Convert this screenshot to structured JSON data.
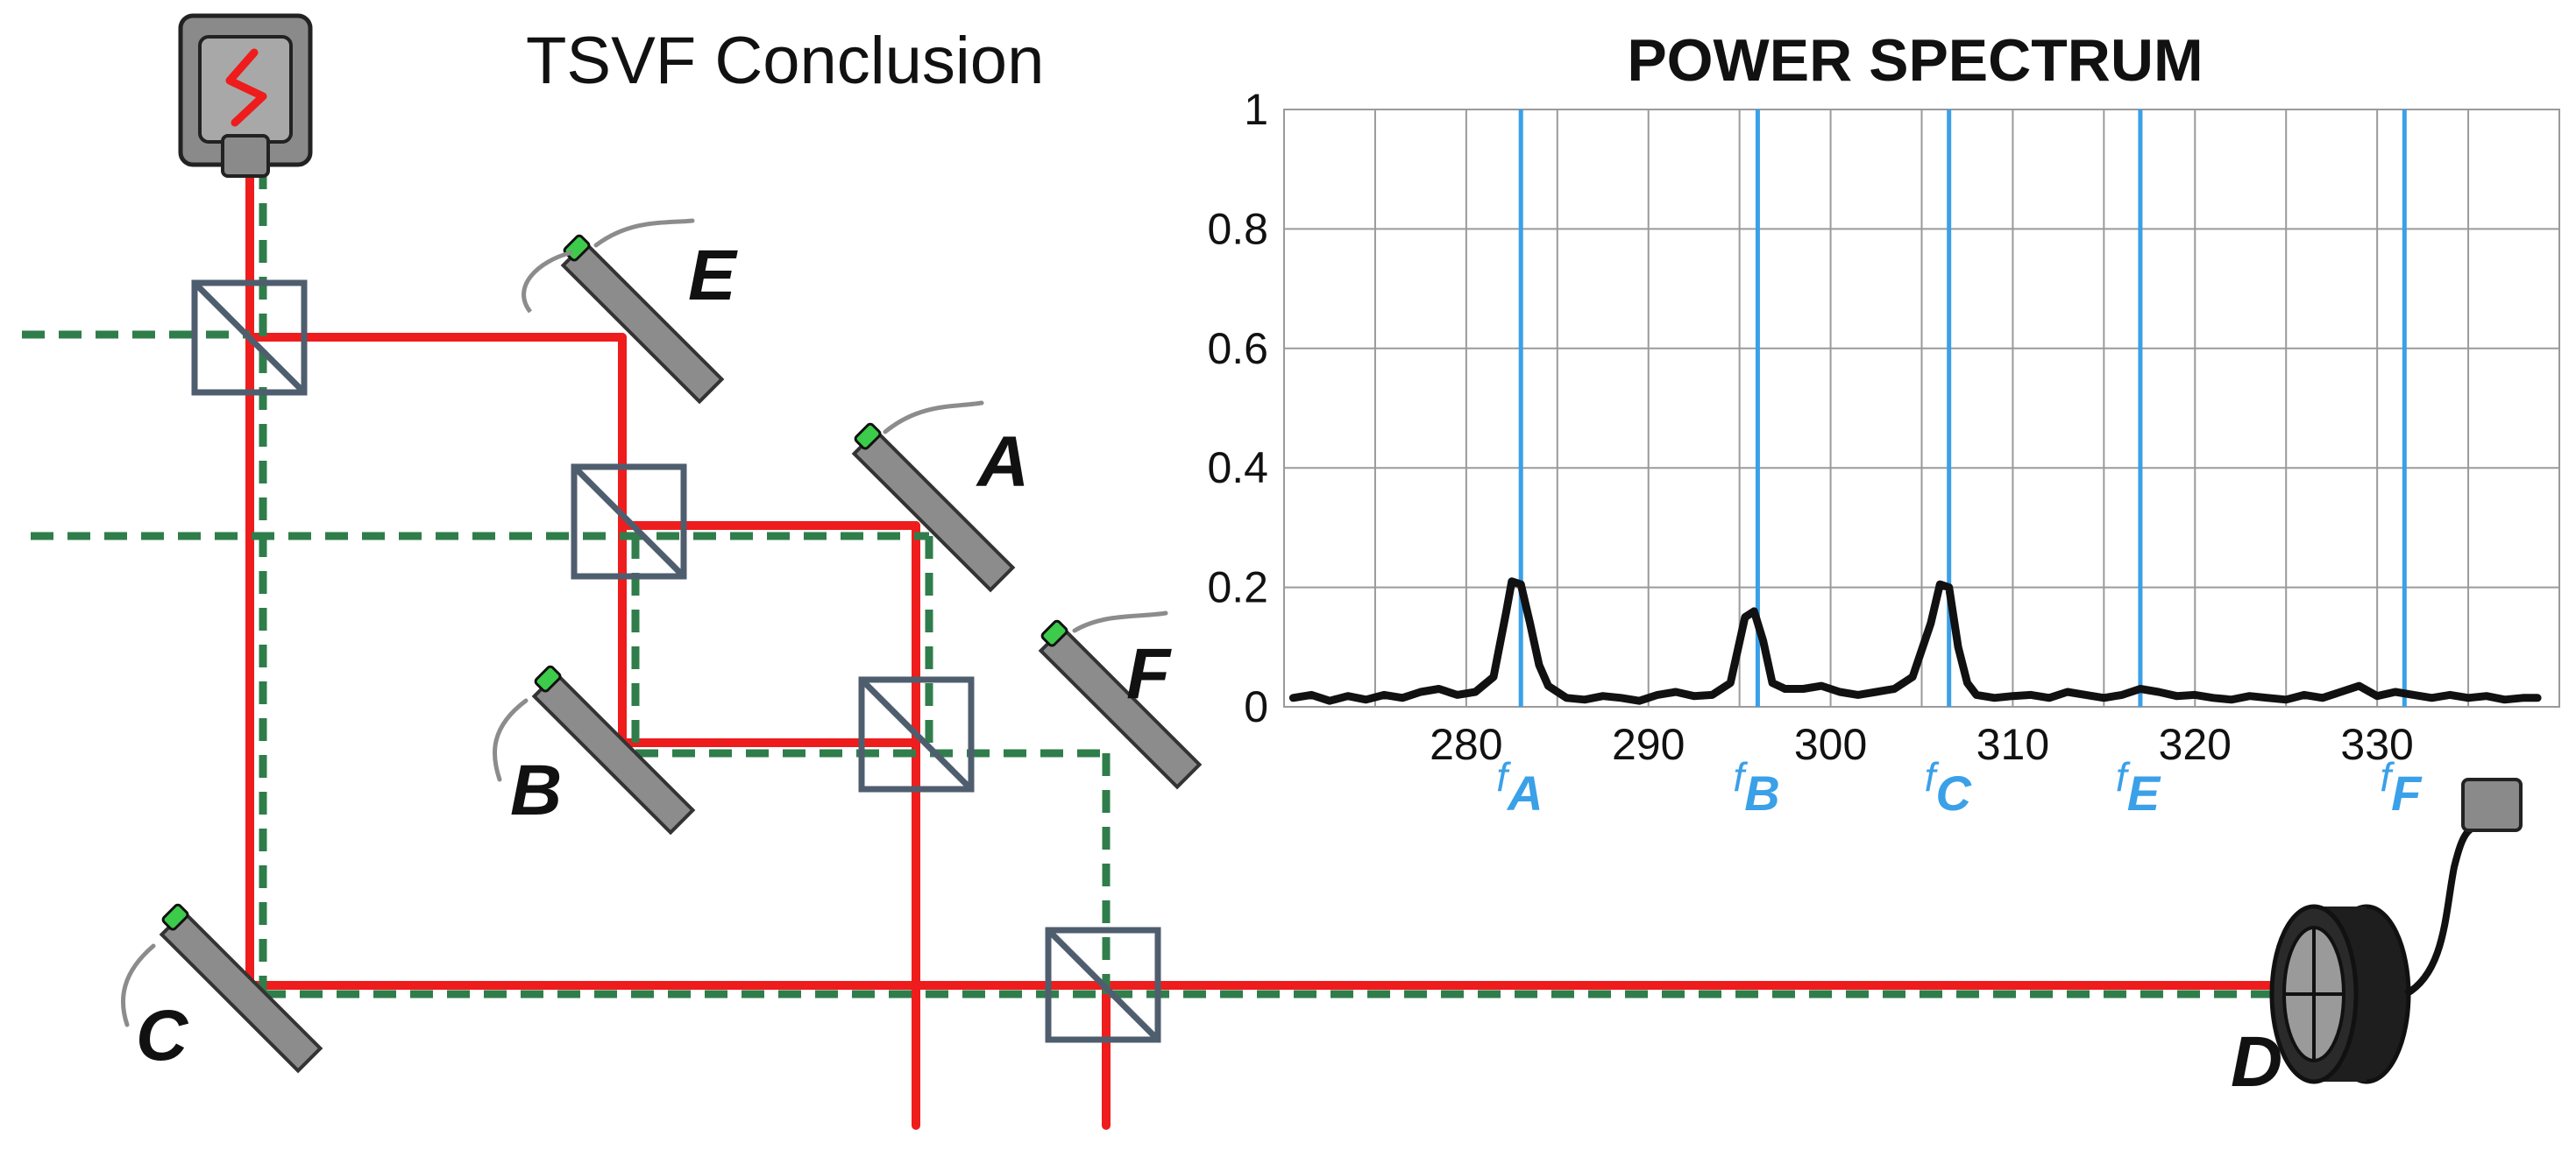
{
  "diagram": {
    "title": "TSVF Conclusion",
    "mirror_labels": {
      "E": "E",
      "A": "A",
      "B": "B",
      "F": "F",
      "C": "C",
      "D": "D"
    }
  },
  "chart_data": {
    "type": "line",
    "title": "POWER SPECTRUM",
    "xlabel": "",
    "ylabel": "",
    "xlim": [
      270,
      340
    ],
    "ylim": [
      0,
      1
    ],
    "x_ticks": [
      "280",
      "290",
      "300",
      "310",
      "320",
      "330"
    ],
    "y_ticks": [
      "0",
      "0.2",
      "0.4",
      "0.6",
      "0.8",
      "1"
    ],
    "grid": true,
    "marker_lines": [
      {
        "name": "A",
        "x": 283
      },
      {
        "name": "B",
        "x": 296
      },
      {
        "name": "C",
        "x": 306.5
      },
      {
        "name": "E",
        "x": 317
      },
      {
        "name": "F",
        "x": 331.5
      }
    ],
    "marker_prefix": "f",
    "series": [
      {
        "x": [
          270.5,
          271.5,
          272.5,
          273.5,
          274.5,
          275.5,
          276.5,
          277.5,
          278.5,
          279.5,
          280.5,
          281.5,
          282.2,
          282.5,
          283.0,
          283.5,
          284.0,
          284.5,
          285.5,
          286.5,
          287.5,
          288.5,
          289.5,
          290.5,
          291.5,
          292.5,
          293.5,
          294.5,
          295.3,
          295.8,
          296.3,
          296.8,
          297.5,
          298.5,
          299.5,
          300.5,
          301.5,
          302.5,
          303.5,
          304.5,
          305.5,
          306.0,
          306.5,
          307.0,
          307.5,
          308.0,
          309.0,
          310.0,
          311.0,
          312.0,
          313.0,
          314.0,
          315.0,
          316.0,
          317.0,
          318.0,
          319.0,
          320.0,
          321.0,
          322.0,
          323.0,
          324.0,
          325.0,
          326.0,
          327.0,
          328.0,
          329.0,
          330.0,
          331.0,
          332.0,
          333.0,
          334.0,
          335.0,
          336.0,
          337.0,
          338.0,
          338.8
        ],
        "y": [
          0.015,
          0.02,
          0.01,
          0.018,
          0.012,
          0.02,
          0.015,
          0.025,
          0.03,
          0.02,
          0.025,
          0.05,
          0.16,
          0.21,
          0.205,
          0.14,
          0.07,
          0.035,
          0.015,
          0.012,
          0.018,
          0.015,
          0.01,
          0.02,
          0.025,
          0.018,
          0.02,
          0.04,
          0.15,
          0.16,
          0.11,
          0.04,
          0.03,
          0.03,
          0.035,
          0.025,
          0.02,
          0.025,
          0.03,
          0.05,
          0.14,
          0.205,
          0.2,
          0.1,
          0.04,
          0.02,
          0.015,
          0.018,
          0.02,
          0.015,
          0.025,
          0.02,
          0.015,
          0.02,
          0.03,
          0.025,
          0.018,
          0.02,
          0.015,
          0.012,
          0.018,
          0.015,
          0.012,
          0.02,
          0.015,
          0.025,
          0.035,
          0.018,
          0.025,
          0.02,
          0.015,
          0.02,
          0.015,
          0.018,
          0.012,
          0.015,
          0.015
        ]
      }
    ]
  },
  "colors": {
    "beam": "#ee1c1c",
    "weak_beam": "#2f7d4a",
    "splitter": "#4f5e6e",
    "mirror": "#8c8c8c",
    "mirror_edge": "#333333",
    "sensor": "#3ccb4a",
    "marker": "#3aa0e8",
    "grid": "#9a9a9a",
    "trace": "#111111"
  }
}
